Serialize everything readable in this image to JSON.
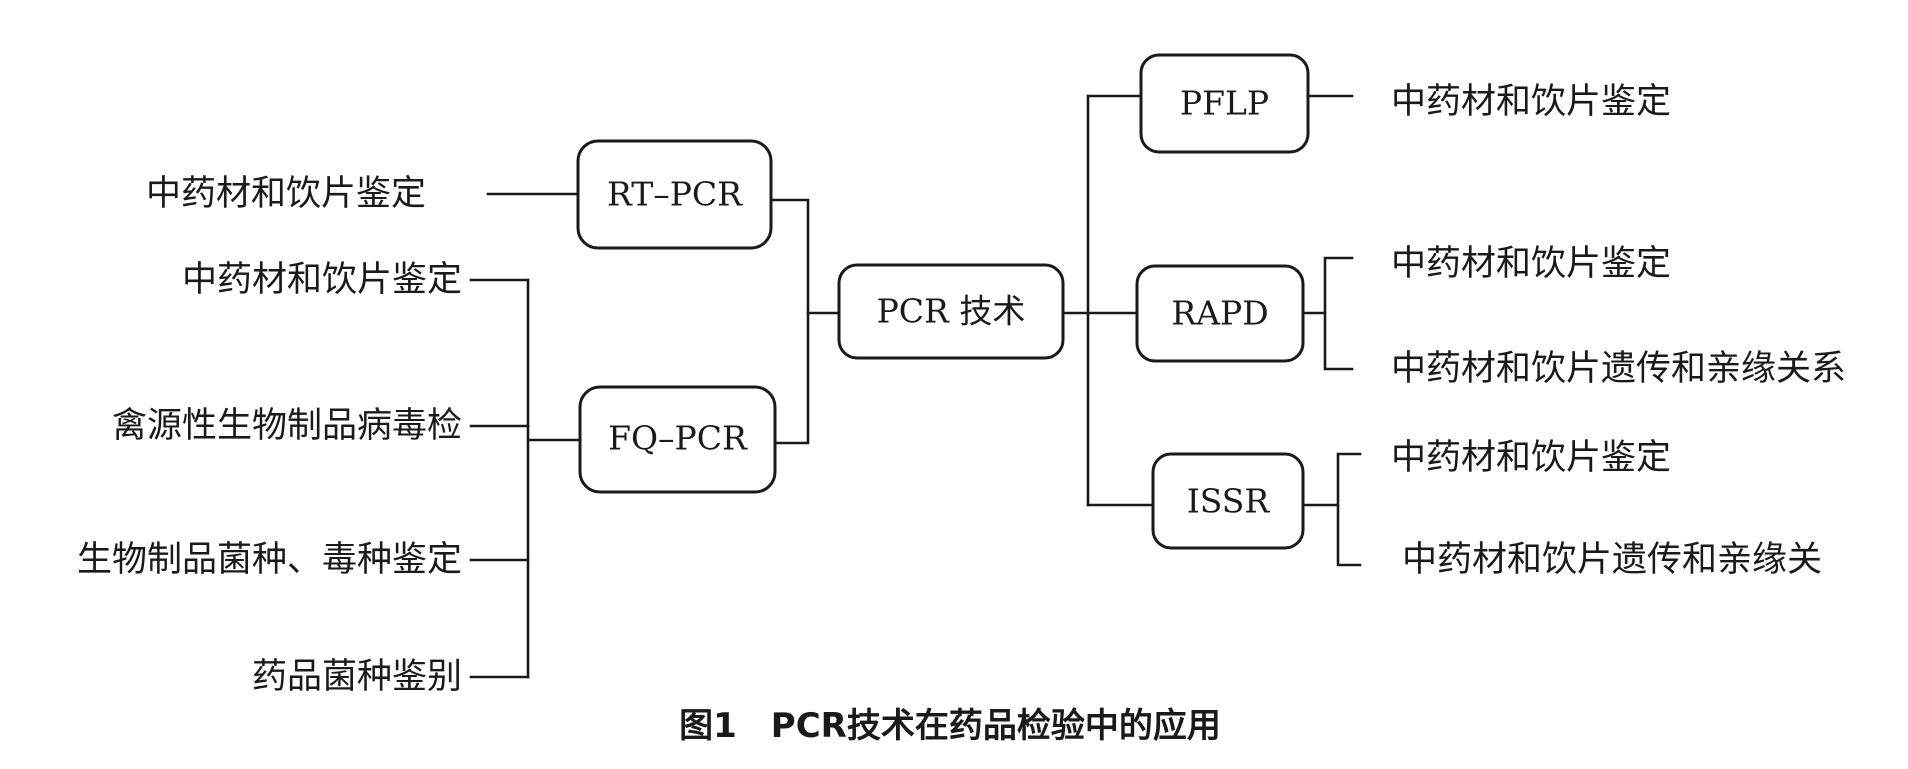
{
  "diagram": {
    "center": {
      "label": "PCR 技术"
    },
    "methods": {
      "rt_pcr": {
        "label": "RT–PCR",
        "applications": [
          "中药材和饮片鉴定"
        ]
      },
      "fq_pcr": {
        "label": "FQ–PCR",
        "applications": [
          "中药材和饮片鉴定",
          "禽源性生物制品病毒检",
          "生物制品菌种、毒种鉴定",
          "药品菌种鉴别"
        ]
      },
      "pflp": {
        "label": "PFLP",
        "applications": [
          "中药材和饮片鉴定"
        ]
      },
      "rapd": {
        "label": "RAPD",
        "applications": [
          "中药材和饮片鉴定",
          "中药材和饮片遗传和亲缘关系"
        ]
      },
      "issr": {
        "label": "ISSR",
        "applications": [
          "中药材和饮片鉴定",
          "中药材和饮片遗传和亲缘关"
        ]
      }
    },
    "caption": "图1　PCR技术在药品检验中的应用"
  },
  "colors": {
    "line": "#1a1a1a",
    "text": "#1a1a1a",
    "background": "#ffffff"
  }
}
